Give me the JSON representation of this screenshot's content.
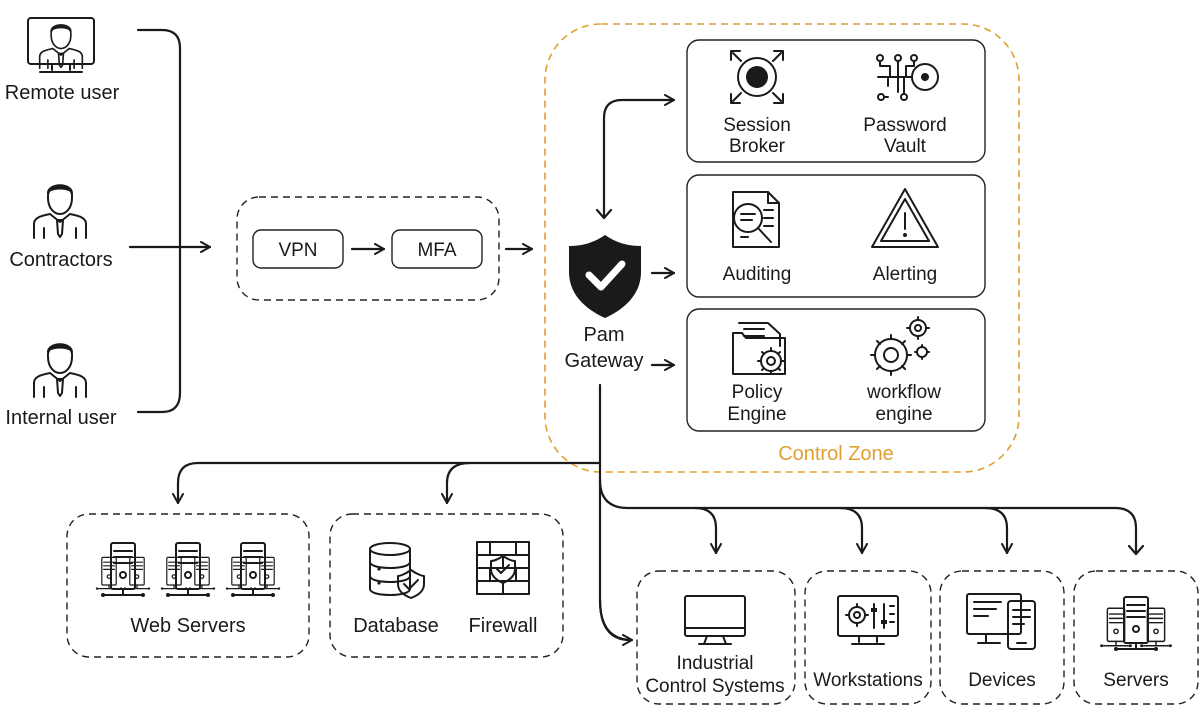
{
  "users": {
    "remote": "Remote user",
    "contractors": "Contractors",
    "internal": "Internal user"
  },
  "access": {
    "vpn": "VPN",
    "mfa": "MFA"
  },
  "gateway": {
    "line1": "Pam",
    "line2": "Gateway"
  },
  "control_zone": {
    "label": "Control Zone",
    "session_broker": [
      "Session",
      "Broker"
    ],
    "password_vault": [
      "Password",
      "Vault"
    ],
    "auditing": "Auditing",
    "alerting": "Alerting",
    "policy_engine": [
      "Policy",
      "Engine"
    ],
    "workflow_engine": [
      "workflow",
      "engine"
    ]
  },
  "targets": {
    "web_servers": "Web Servers",
    "database": "Database",
    "firewall": "Firewall",
    "ics": [
      "Industrial",
      "Control Systems"
    ],
    "workstations": "Workstations",
    "devices": "Devices",
    "servers": "Servers"
  },
  "colors": {
    "zone": "#e0a030",
    "ink": "#1a1a1a"
  }
}
